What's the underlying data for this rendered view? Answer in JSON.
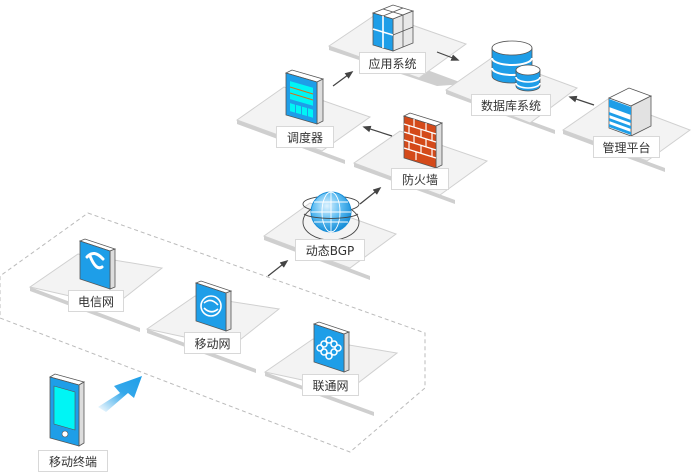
{
  "diagram": {
    "colors": {
      "accent_blue": "#1e9ee8",
      "screen_cyan": "#00f5f5",
      "brick_red": "#d44a1a",
      "platform_fill": "#f3f3f3",
      "platform_edge": "#cfcfcf",
      "arrow": "#444444",
      "dashed_border": "#bbbbbb"
    },
    "nodes": {
      "app_system": {
        "label": "应用系统",
        "icon": "cube-grid-icon"
      },
      "database": {
        "label": "数据库系统",
        "icon": "database-icon"
      },
      "scheduler": {
        "label": "调度器",
        "icon": "panel-device-icon"
      },
      "management": {
        "label": "管理平台",
        "icon": "server-stack-icon"
      },
      "firewall": {
        "label": "防火墙",
        "icon": "brick-wall-icon"
      },
      "bgp": {
        "label": "动态BGP",
        "icon": "globe-icon"
      },
      "telecom": {
        "label": "电信网",
        "icon": "china-telecom-logo-icon"
      },
      "mobile_net": {
        "label": "移动网",
        "icon": "china-mobile-logo-icon"
      },
      "unicom": {
        "label": "联通网",
        "icon": "china-unicom-logo-icon"
      },
      "mobile_terminal": {
        "label": "移动终端",
        "icon": "smartphone-icon"
      }
    },
    "edges": [
      {
        "from": "mobile_terminal",
        "to": "carrier_group"
      },
      {
        "from": "carrier_group",
        "to": "bgp"
      },
      {
        "from": "bgp",
        "to": "firewall"
      },
      {
        "from": "firewall",
        "to": "scheduler"
      },
      {
        "from": "scheduler",
        "to": "app_system"
      },
      {
        "from": "app_system",
        "to": "database"
      },
      {
        "from": "management",
        "to": "database"
      }
    ]
  }
}
